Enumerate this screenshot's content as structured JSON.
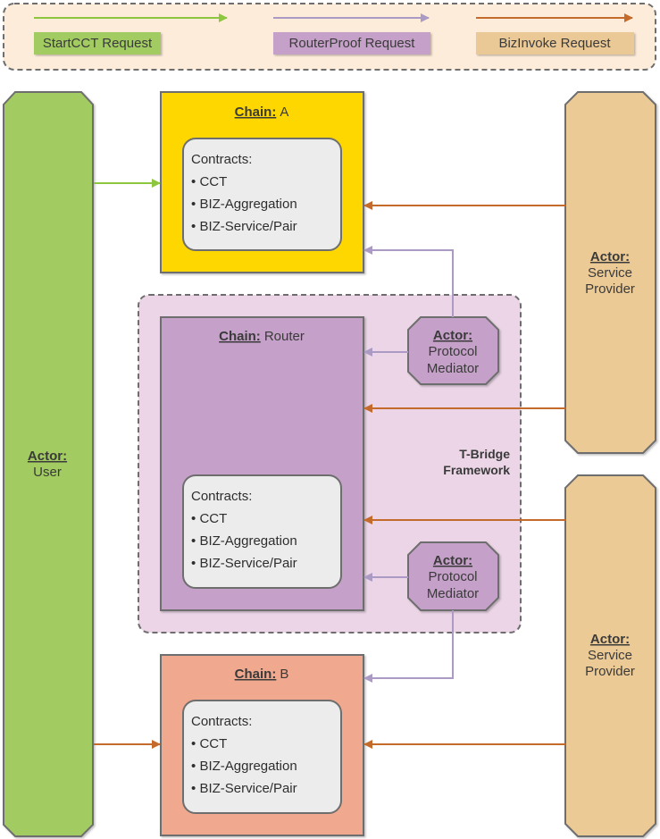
{
  "legend": {
    "items": [
      {
        "label": "StartCCT Request",
        "color": "#8dc63f",
        "box_color": "#a2cc62"
      },
      {
        "label": "RouterProof Request",
        "color": "#ab9ac4",
        "box_color": "#c5a0c8"
      },
      {
        "label": "BizInvoke Request",
        "color": "#c46a2b",
        "box_color": "#ebc996"
      }
    ]
  },
  "actors": {
    "user": {
      "prefix": "Actor:",
      "name": "User",
      "color": "#a2cc62"
    },
    "service_provider_1": {
      "prefix": "Actor:",
      "name_line1": "Service",
      "name_line2": "Provider",
      "color": "#ecca96"
    },
    "service_provider_2": {
      "prefix": "Actor:",
      "name_line1": "Service",
      "name_line2": "Provider",
      "color": "#ecca96"
    },
    "protocol_mediator_1": {
      "prefix": "Actor:",
      "name_line1": "Protocol",
      "name_line2": "Mediator",
      "color": "#c5a0c8"
    },
    "protocol_mediator_2": {
      "prefix": "Actor:",
      "name_line1": "Protocol",
      "name_line2": "Mediator",
      "color": "#c5a0c8"
    }
  },
  "chains": {
    "a": {
      "prefix": "Chain:",
      "name": "A",
      "color": "#ffd700"
    },
    "router": {
      "prefix": "Chain:",
      "name": "Router",
      "color": "#c5a0c8"
    },
    "b": {
      "prefix": "Chain:",
      "name": "B",
      "color": "#f0a98e"
    }
  },
  "contracts": {
    "title": "Contracts:",
    "items": [
      "CCT",
      "BIZ-Aggregation",
      "BIZ-Service/Pair"
    ],
    "bullet": "•"
  },
  "framework": {
    "line1": "T-Bridge",
    "line2": "Framework",
    "color": "#ebd5e6"
  },
  "colors": {
    "startcct": "#8dc63f",
    "routerproof": "#ab9ac4",
    "bizinvoke": "#c46a2b",
    "border": "#707070",
    "contract_fill": "#ececec"
  }
}
